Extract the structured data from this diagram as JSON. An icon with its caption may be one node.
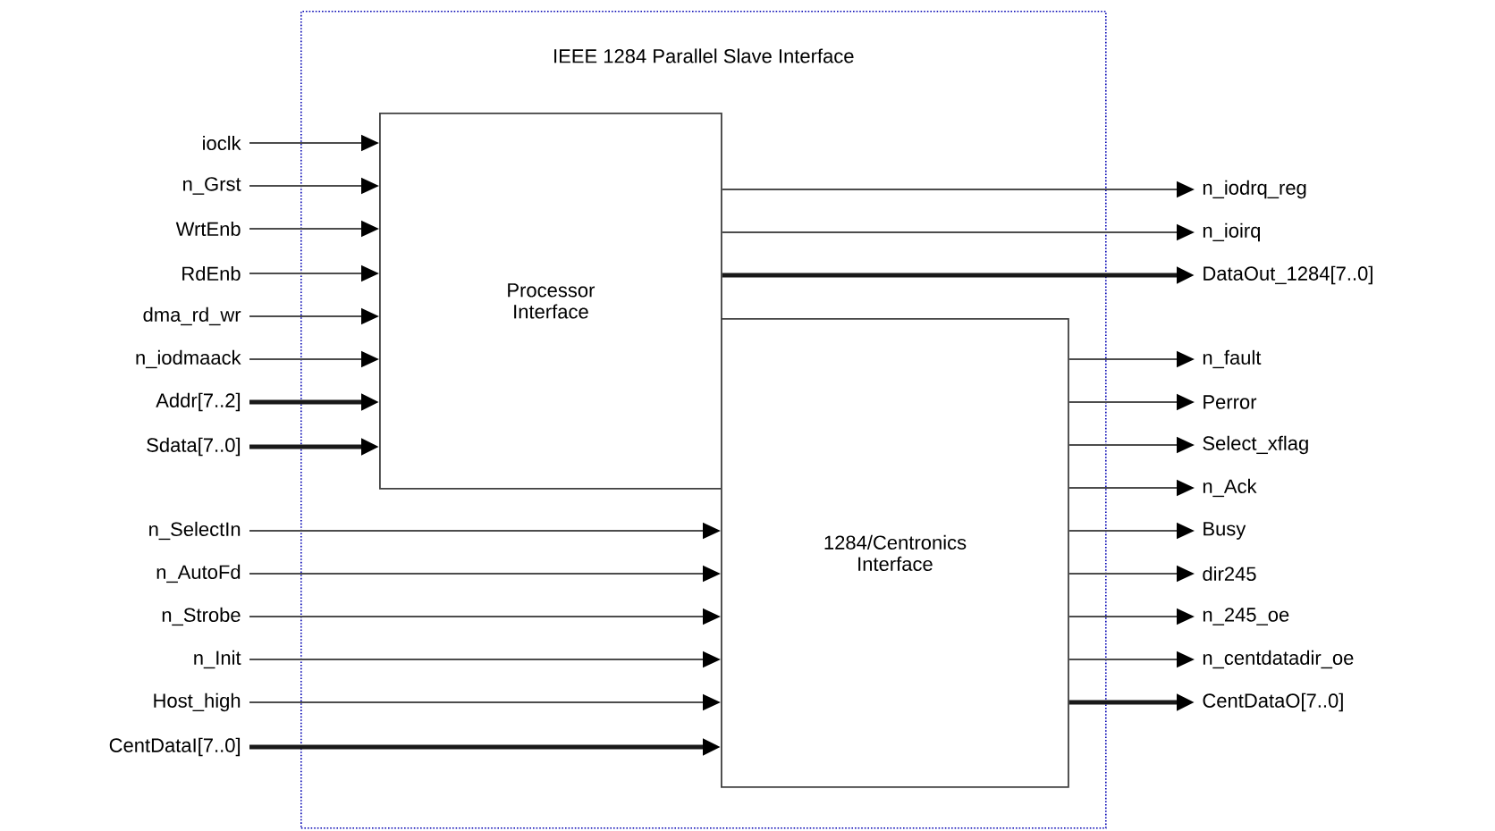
{
  "diagram": {
    "nodes": [
      {
        "text": [
          "IEEE 1284 Parallel Slave Interface"
        ]
      },
      {
        "text": [
          "Processor Interface"
        ],
        "in": 0
      },
      {
        "text": [
          "1284/Centronics Interface"
        ],
        "in": 0
      },
      {
        "text": [
          "ioclk"
        ]
      },
      {
        "text": [
          "n_Grst"
        ]
      },
      {
        "text": [
          "WrtEnb"
        ]
      },
      {
        "text": [
          "RdEnb"
        ]
      },
      {
        "text": [
          "dma_rd_wr"
        ]
      },
      {
        "text": [
          "n_iodmaack"
        ]
      },
      {
        "text": [
          "Addr[7..2]"
        ]
      },
      {
        "text": [
          "Sdata[7..0]"
        ]
      },
      {
        "text": [
          "n_SelectIn"
        ]
      },
      {
        "text": [
          "n_AutoFd"
        ]
      },
      {
        "text": [
          "n_Strobe"
        ]
      },
      {
        "text": [
          "n_Init"
        ]
      },
      {
        "text": [
          "Host_high"
        ]
      },
      {
        "text": [
          "CentDataI[7..0]"
        ]
      },
      {
        "text": [
          "n_iodrq_reg"
        ]
      },
      {
        "text": [
          "n_ioirq"
        ]
      },
      {
        "text": [
          "DataOut_1284[7..0]"
        ]
      },
      {
        "text": [
          "n_fault"
        ]
      },
      {
        "text": [
          "Perror"
        ]
      },
      {
        "text": [
          "Select_xflag"
        ]
      },
      {
        "text": [
          "n_Ack"
        ]
      },
      {
        "text": [
          "Busy"
        ]
      },
      {
        "text": [
          "dir245"
        ]
      },
      {
        "text": [
          "n_245_oe"
        ]
      },
      {
        "text": [
          "n_centdatadir_oe"
        ]
      },
      {
        "text": [
          "CentDataO[7..0]"
        ]
      }
    ],
    "edges": [
      {
        "from": 3,
        "to": 1,
        "arrow": "to"
      },
      {
        "from": 4,
        "to": 1,
        "arrow": "to"
      },
      {
        "from": 5,
        "to": 1,
        "arrow": "to"
      },
      {
        "from": 6,
        "to": 1,
        "arrow": "to"
      },
      {
        "from": 7,
        "to": 1,
        "arrow": "to"
      },
      {
        "from": 8,
        "to": 1,
        "arrow": "to"
      },
      {
        "from": 9,
        "to": 1,
        "arrow": "to",
        "style": "thick"
      },
      {
        "from": 10,
        "to": 1,
        "arrow": "to",
        "style": "thick"
      },
      {
        "from": 11,
        "to": 2,
        "arrow": "to"
      },
      {
        "from": 12,
        "to": 2,
        "arrow": "to"
      },
      {
        "from": 13,
        "to": 2,
        "arrow": "to"
      },
      {
        "from": 14,
        "to": 2,
        "arrow": "to"
      },
      {
        "from": 15,
        "to": 2,
        "arrow": "to"
      },
      {
        "from": 16,
        "to": 2,
        "arrow": "to",
        "style": "thick"
      },
      {
        "from": 1,
        "to": 17,
        "arrow": "to"
      },
      {
        "from": 1,
        "to": 18,
        "arrow": "to"
      },
      {
        "from": 1,
        "to": 19,
        "arrow": "to",
        "style": "thick"
      },
      {
        "from": 2,
        "to": 20,
        "arrow": "to"
      },
      {
        "from": 2,
        "to": 21,
        "arrow": "to"
      },
      {
        "from": 2,
        "to": 22,
        "arrow": "to"
      },
      {
        "from": 2,
        "to": 23,
        "arrow": "to"
      },
      {
        "from": 2,
        "to": 24,
        "arrow": "to"
      },
      {
        "from": 2,
        "to": 25,
        "arrow": "to"
      },
      {
        "from": 2,
        "to": 26,
        "arrow": "to"
      },
      {
        "from": 2,
        "to": 27,
        "arrow": "to"
      },
      {
        "from": 2,
        "to": 28,
        "arrow": "to",
        "style": "thick"
      }
    ]
  }
}
